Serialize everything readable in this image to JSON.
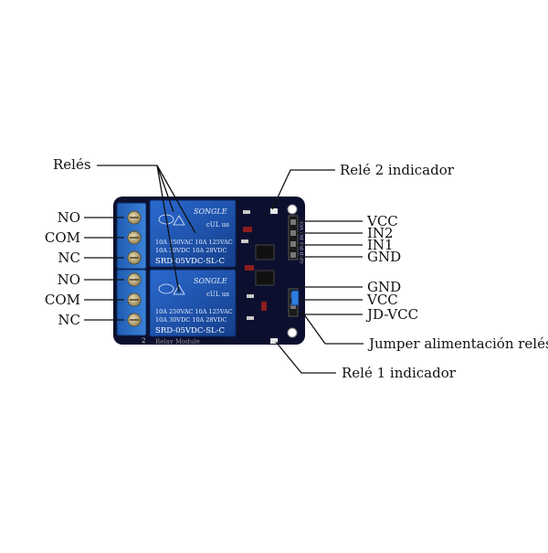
{
  "labels": {
    "reles": "Relés",
    "no_top": "NO",
    "com_top": "COM",
    "nc_top": "NC",
    "no_bottom": "NO",
    "com_bottom": "COM",
    "nc_bottom": "NC",
    "rele2_indicador": "Relé 2 indicador",
    "vcc_top": "VCC",
    "in2": "IN2",
    "in1": "IN1",
    "gnd_top": "GND",
    "gnd_bottom": "GND",
    "vcc_bottom": "VCC",
    "jd_vcc": "JD-VCC",
    "jumper": "Jumper alimentación relés",
    "rele1_indicador": "Relé 1 indicador"
  },
  "board": {
    "relay_brand": "SONGLE",
    "relay_rating_line1": "10A 250VAC  10A 125VAC",
    "relay_rating_line2": "10A 30VDC  10A 28VDC",
    "relay_model": "SRD-05VDC-SL-C",
    "relay_cert": "cUL us",
    "silkscreen_label": "Relay Module",
    "channel_number": "2",
    "header_pins": "GND IN1 IN2 VCC"
  },
  "colors": {
    "pcb": "#0c0f2e",
    "relay_blue": "#1d56b0",
    "terminal_blue": "#2a6fc9",
    "screw": "#b9a777",
    "leader": "#111111"
  }
}
